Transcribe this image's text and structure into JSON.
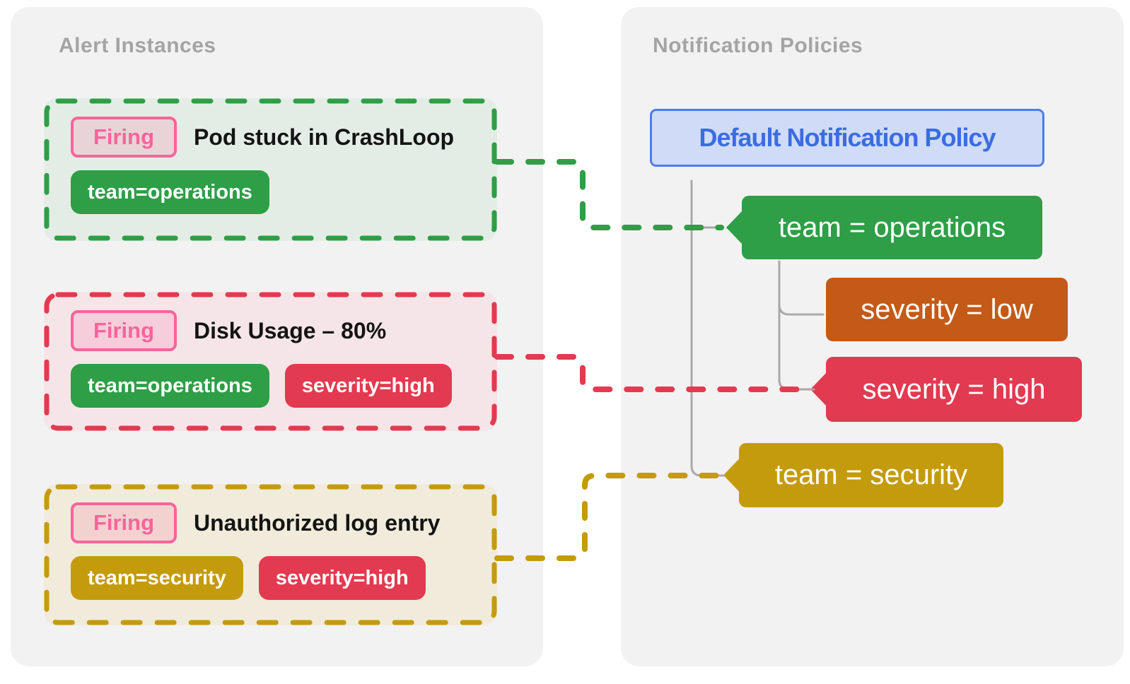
{
  "colors": {
    "green": "#2e9e47",
    "red": "#e23a50",
    "gold": "#c49b0d",
    "orange": "#c45a17",
    "pink": "#f8649c",
    "blue_text": "#3b6ce0",
    "blue_border": "#4c7de8",
    "blue_bg": "#cfdbf7",
    "panel_bg": "#f2f2f2",
    "card_bg_green": "#e4ede5",
    "card_bg_red": "#f6e5e8",
    "card_bg_gold": "#f0ebdb",
    "tree_line": "#a9a9a9"
  },
  "left_panel": {
    "title": "Alert Instances",
    "alerts": [
      {
        "badge": "Firing",
        "title": "Pod stuck in CrashLoop",
        "labels": [
          {
            "text": "team=operations",
            "color": "green"
          }
        ]
      },
      {
        "badge": "Firing",
        "title": "Disk Usage – 80%",
        "labels": [
          {
            "text": "team=operations",
            "color": "green"
          },
          {
            "text": "severity=high",
            "color": "red"
          }
        ]
      },
      {
        "badge": "Firing",
        "title": "Unauthorized log entry",
        "labels": [
          {
            "text": "team=security",
            "color": "gold"
          },
          {
            "text": "severity=high",
            "color": "red"
          }
        ]
      }
    ]
  },
  "right_panel": {
    "title": "Notification Policies",
    "root_policy": {
      "label": "Default Notification Policy"
    },
    "policies": [
      {
        "label": "team = operations",
        "color": "green",
        "matched": true
      },
      {
        "label": "severity = low",
        "color": "orange",
        "matched": false
      },
      {
        "label": "severity = high",
        "color": "red",
        "matched": true
      },
      {
        "label": "team = security",
        "color": "gold",
        "matched": true
      }
    ]
  },
  "routing": [
    {
      "alert": "Pod stuck in CrashLoop",
      "matched_policy": "team = operations"
    },
    {
      "alert": "Disk Usage – 80%",
      "matched_policy": "severity = high"
    },
    {
      "alert": "Unauthorized log entry",
      "matched_policy": "team = security"
    }
  ]
}
